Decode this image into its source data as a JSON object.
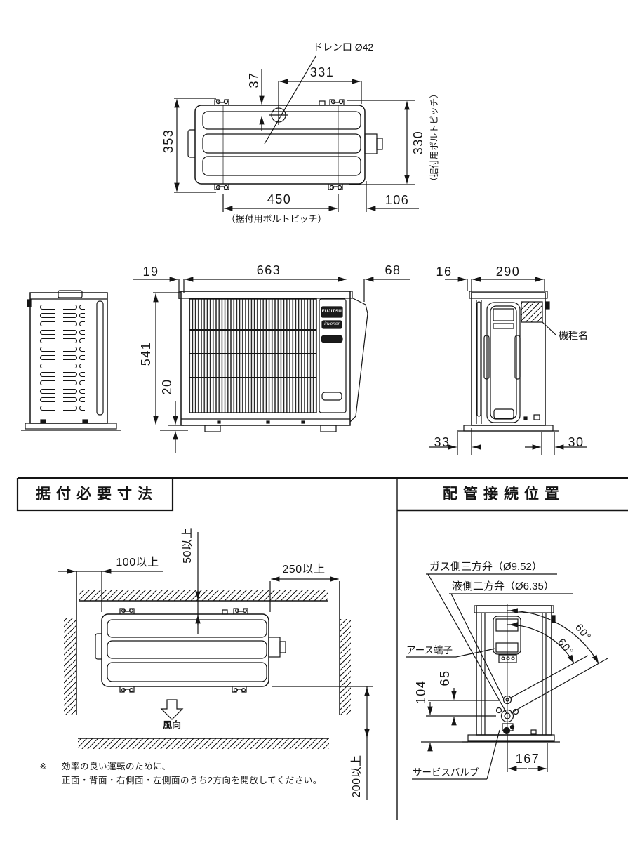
{
  "top_view": {
    "drain_label": "ドレン口 Ø42",
    "d353": "353",
    "d37": "37",
    "d331": "331",
    "d330": "330",
    "note_right": "（据付用ボルトピッチ）",
    "d450": "450",
    "d106": "106",
    "note_bottom": "（据付用ボルトピッチ）"
  },
  "views": {
    "d19": "19",
    "d663": "663",
    "d68": "68",
    "d541": "541",
    "d20": "20",
    "d16": "16",
    "d290": "290",
    "d33": "33",
    "d30": "30",
    "model_label": "機種名",
    "logo": "FUJITSU",
    "badge": "inverter"
  },
  "sections": {
    "install_title": "据付必要寸法",
    "piping_title": "配管接続位置"
  },
  "install": {
    "d100": "100以上",
    "d50": "50以上",
    "d250": "250以上",
    "d200": "200以上",
    "wind": "風向",
    "note_mark": "※",
    "note1": "効率の良い運転のために、",
    "note2": "正面・背面・右側面・左側面のうち2方向を開放してください。"
  },
  "piping": {
    "gas_label": "ガス側三方弁（Ø9.52）",
    "liquid_label": "液側二方弁（Ø6.35）",
    "earth_label": "アース端子",
    "service_label": "サービスバルブ",
    "d104": "104",
    "d65": "65",
    "d167": "167",
    "angle_outer": "60°",
    "angle_inner": "60°"
  }
}
